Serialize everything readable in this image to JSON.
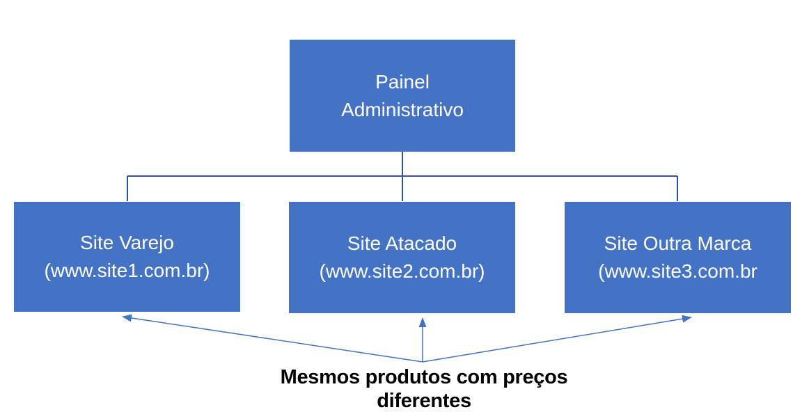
{
  "diagram": {
    "root": {
      "title_line1": "Painel",
      "title_line2": "Administrativo"
    },
    "sites": [
      {
        "name": "Site Varejo",
        "url": "(www.site1.com.br)"
      },
      {
        "name": "Site Atacado",
        "url": "(www.site2.com.br)"
      },
      {
        "name": "Site Outra Marca",
        "url": "(www.site3.com.br"
      }
    ],
    "caption": "Mesmos produtos com preços diferentes",
    "colors": {
      "box_fill": "#4472C4",
      "box_text": "#FFFFFF",
      "connector": "#2F5597",
      "arrow": "#4472C4",
      "caption_text": "#000000",
      "background": "#FFFFFF"
    }
  }
}
